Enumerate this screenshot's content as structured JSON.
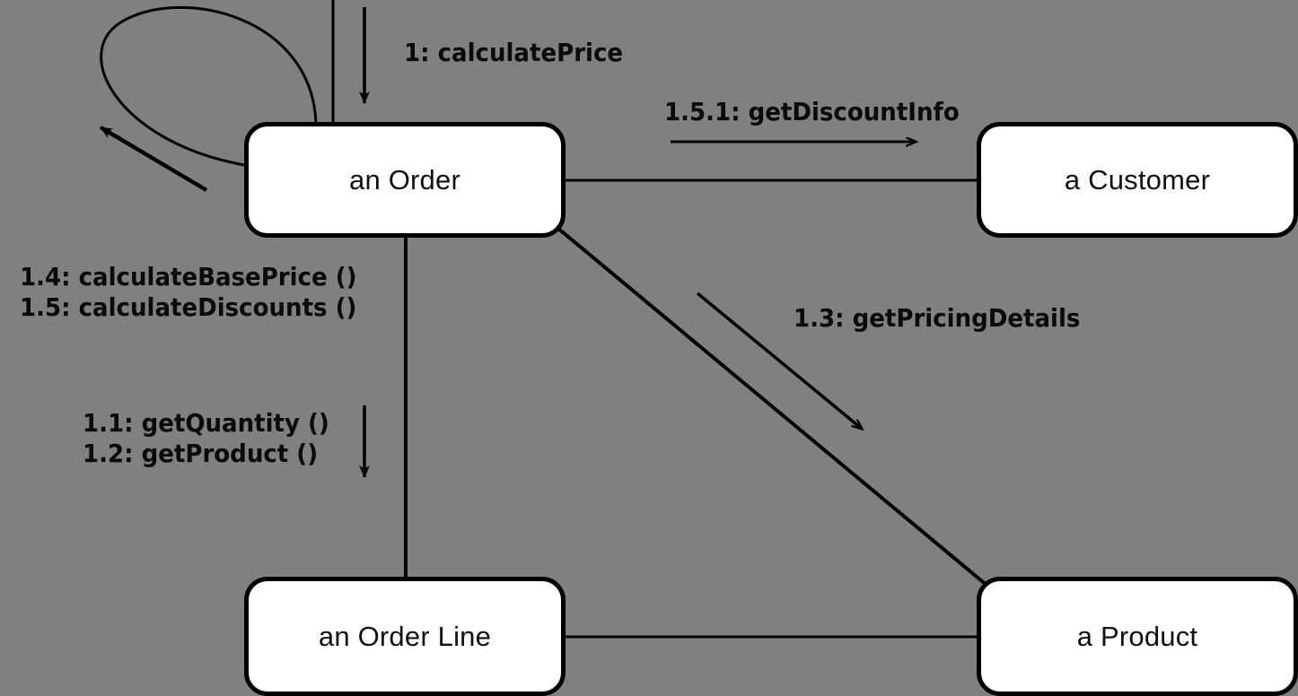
{
  "diagram": {
    "type": "uml-collaboration-diagram",
    "background_color": "#808080",
    "line_color": "#000000",
    "node_fill_color": "#ffffff",
    "nodes": [
      {
        "id": "order",
        "label": "an Order"
      },
      {
        "id": "customer",
        "label": "a Customer"
      },
      {
        "id": "orderline",
        "label": "an Order Line"
      },
      {
        "id": "product",
        "label": "a Product"
      }
    ],
    "messages": {
      "calculate_price": "1: calculatePrice",
      "get_discount_info": "1.5.1: getDiscountInfo",
      "get_pricing_details": "1.3: getPricingDetails",
      "calculate_base_price": "1.4: calculateBasePrice ()",
      "calculate_discounts": "1.5: calculateDiscounts ()",
      "get_quantity": "1.1: getQuantity ()",
      "get_product": "1.2: getProduct ()"
    }
  }
}
